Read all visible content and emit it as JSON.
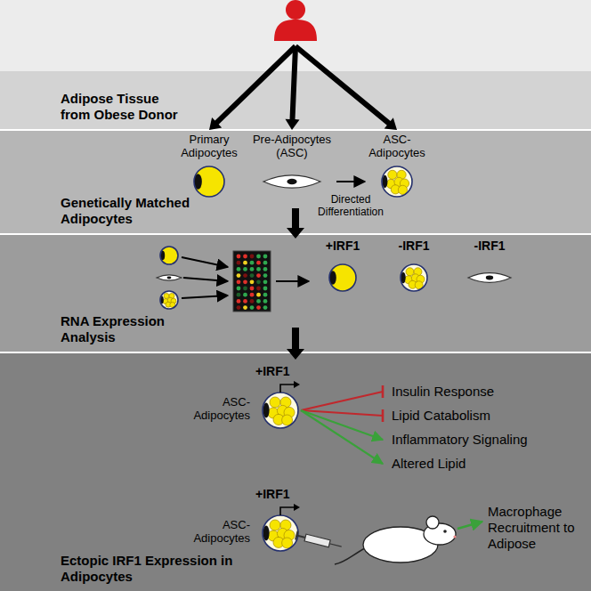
{
  "diagram": {
    "nodes": [
      {
        "text": [
          "Adipose Tissue from Obese Donor"
        ]
      },
      {
        "text": [
          "Genetically Matched Adipocytes"
        ]
      },
      {
        "text": [
          "RNA Expression Analysis"
        ]
      },
      {
        "text": [
          "Ectopic IRF1 Expression in Adipocytes"
        ]
      },
      {
        "text": [
          "Primary Adipocytes"
        ],
        "in": 1
      },
      {
        "text": [
          "Pre-Adipocytes (ASC)"
        ],
        "in": 1
      },
      {
        "text": [
          "ASC-Adipocytes"
        ],
        "in": 1
      },
      {
        "text": [
          "+IRF1"
        ],
        "in": 2
      },
      {
        "text": [
          "-IRF1"
        ],
        "in": 2
      },
      {
        "text": [
          "-IRF1"
        ],
        "in": 2
      },
      {
        "text": [
          "ASC-Adipocytes",
          "+IRF1"
        ],
        "in": 3
      },
      {
        "text": [
          "ASC-Adipocytes",
          "+IRF1"
        ],
        "in": 3
      }
    ],
    "edges": [
      {
        "from": 5,
        "to": 6,
        "label": "Directed Differentiation",
        "arrow": "to"
      }
    ],
    "labels": [
      "Insulin Response",
      "Lipid Catabolism",
      "Inflammatory Signaling",
      "Altered Lipid",
      "Macrophage Recruitment to Adipose"
    ]
  }
}
